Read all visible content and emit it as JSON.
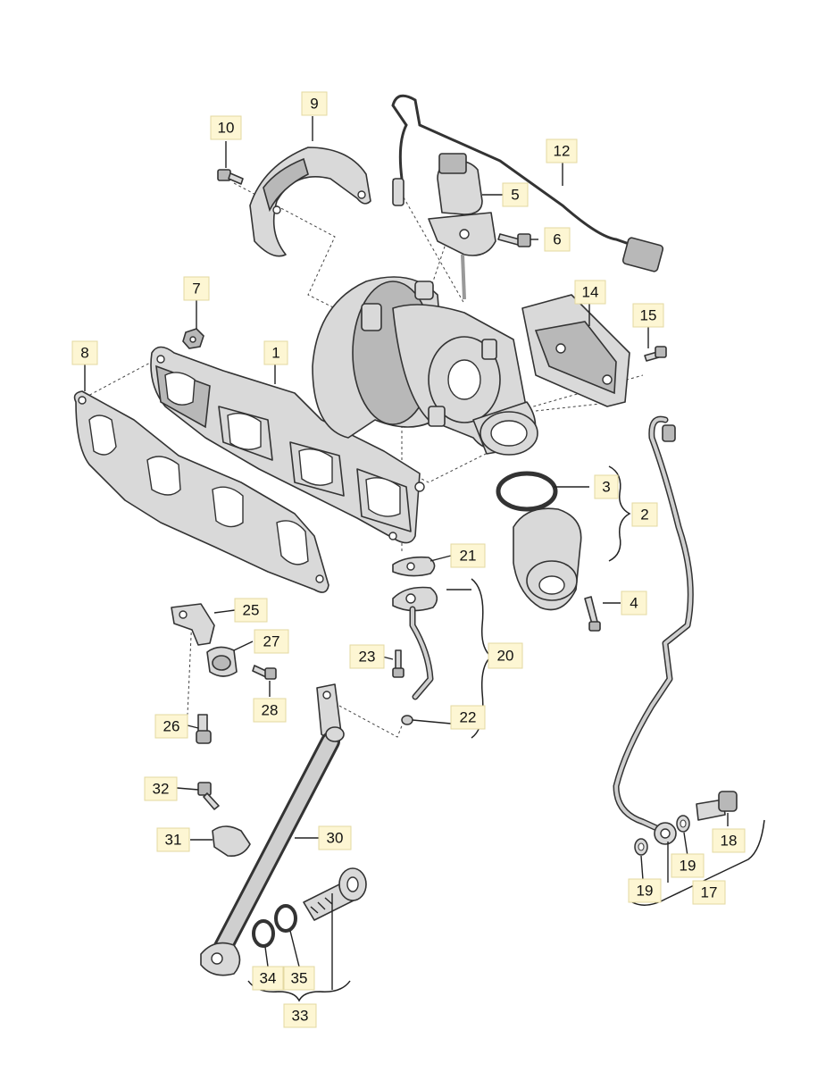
{
  "callouts": [
    {
      "id": "c1",
      "text": "1"
    },
    {
      "id": "c2",
      "text": "2"
    },
    {
      "id": "c3",
      "text": "3"
    },
    {
      "id": "c4",
      "text": "4"
    },
    {
      "id": "c5",
      "text": "5"
    },
    {
      "id": "c6",
      "text": "6"
    },
    {
      "id": "c7",
      "text": "7"
    },
    {
      "id": "c8",
      "text": "8"
    },
    {
      "id": "c9",
      "text": "9"
    },
    {
      "id": "c10",
      "text": "10"
    },
    {
      "id": "c12",
      "text": "12"
    },
    {
      "id": "c14",
      "text": "14"
    },
    {
      "id": "c15",
      "text": "15"
    },
    {
      "id": "c17",
      "text": "17"
    },
    {
      "id": "c18",
      "text": "18"
    },
    {
      "id": "c19a",
      "text": "19"
    },
    {
      "id": "c19b",
      "text": "19"
    },
    {
      "id": "c20",
      "text": "20"
    },
    {
      "id": "c21",
      "text": "21"
    },
    {
      "id": "c22",
      "text": "22"
    },
    {
      "id": "c23",
      "text": "23"
    },
    {
      "id": "c25",
      "text": "25"
    },
    {
      "id": "c26",
      "text": "26"
    },
    {
      "id": "c27",
      "text": "27"
    },
    {
      "id": "c28",
      "text": "28"
    },
    {
      "id": "c30",
      "text": "30"
    },
    {
      "id": "c31",
      "text": "31"
    },
    {
      "id": "c32",
      "text": "32"
    },
    {
      "id": "c33",
      "text": "33"
    },
    {
      "id": "c34",
      "text": "34"
    },
    {
      "id": "c35",
      "text": "35"
    }
  ]
}
